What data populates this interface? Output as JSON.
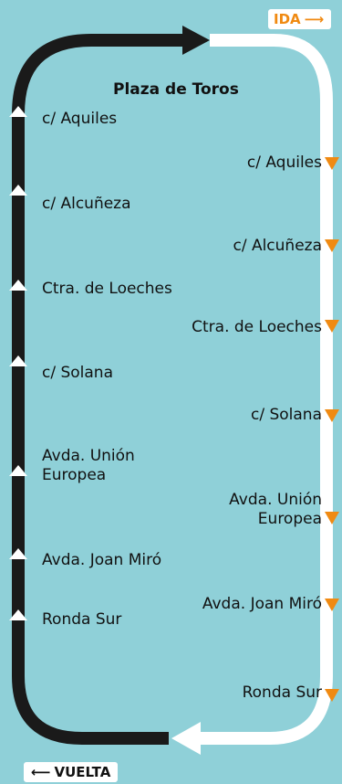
{
  "title": "Plaza de Toros",
  "badges": {
    "ida": "IDA",
    "vuelta": "VUELTA"
  },
  "colors": {
    "background": "#8fd0d8",
    "ida_line": "#ffffff",
    "vuelta_line": "#1a1a1a",
    "ida_accent": "#f08a12"
  },
  "vuelta_stops": [
    {
      "label": "c/ Aquiles"
    },
    {
      "label": "c/ Alcuñeza"
    },
    {
      "label": "Ctra. de Loeches"
    },
    {
      "label": "c/ Solana"
    },
    {
      "label": "Avda. Unión",
      "label2": "Europea"
    },
    {
      "label": "Avda. Joan Miró"
    },
    {
      "label": "Ronda Sur"
    }
  ],
  "ida_stops": [
    {
      "label": "c/ Aquiles"
    },
    {
      "label": "c/ Alcuñeza"
    },
    {
      "label": "Ctra. de Loeches"
    },
    {
      "label": "c/ Solana"
    },
    {
      "label": "Avda. Unión",
      "label2": "Europea"
    },
    {
      "label": "Avda. Joan Miró"
    },
    {
      "label": "Ronda Sur"
    }
  ]
}
